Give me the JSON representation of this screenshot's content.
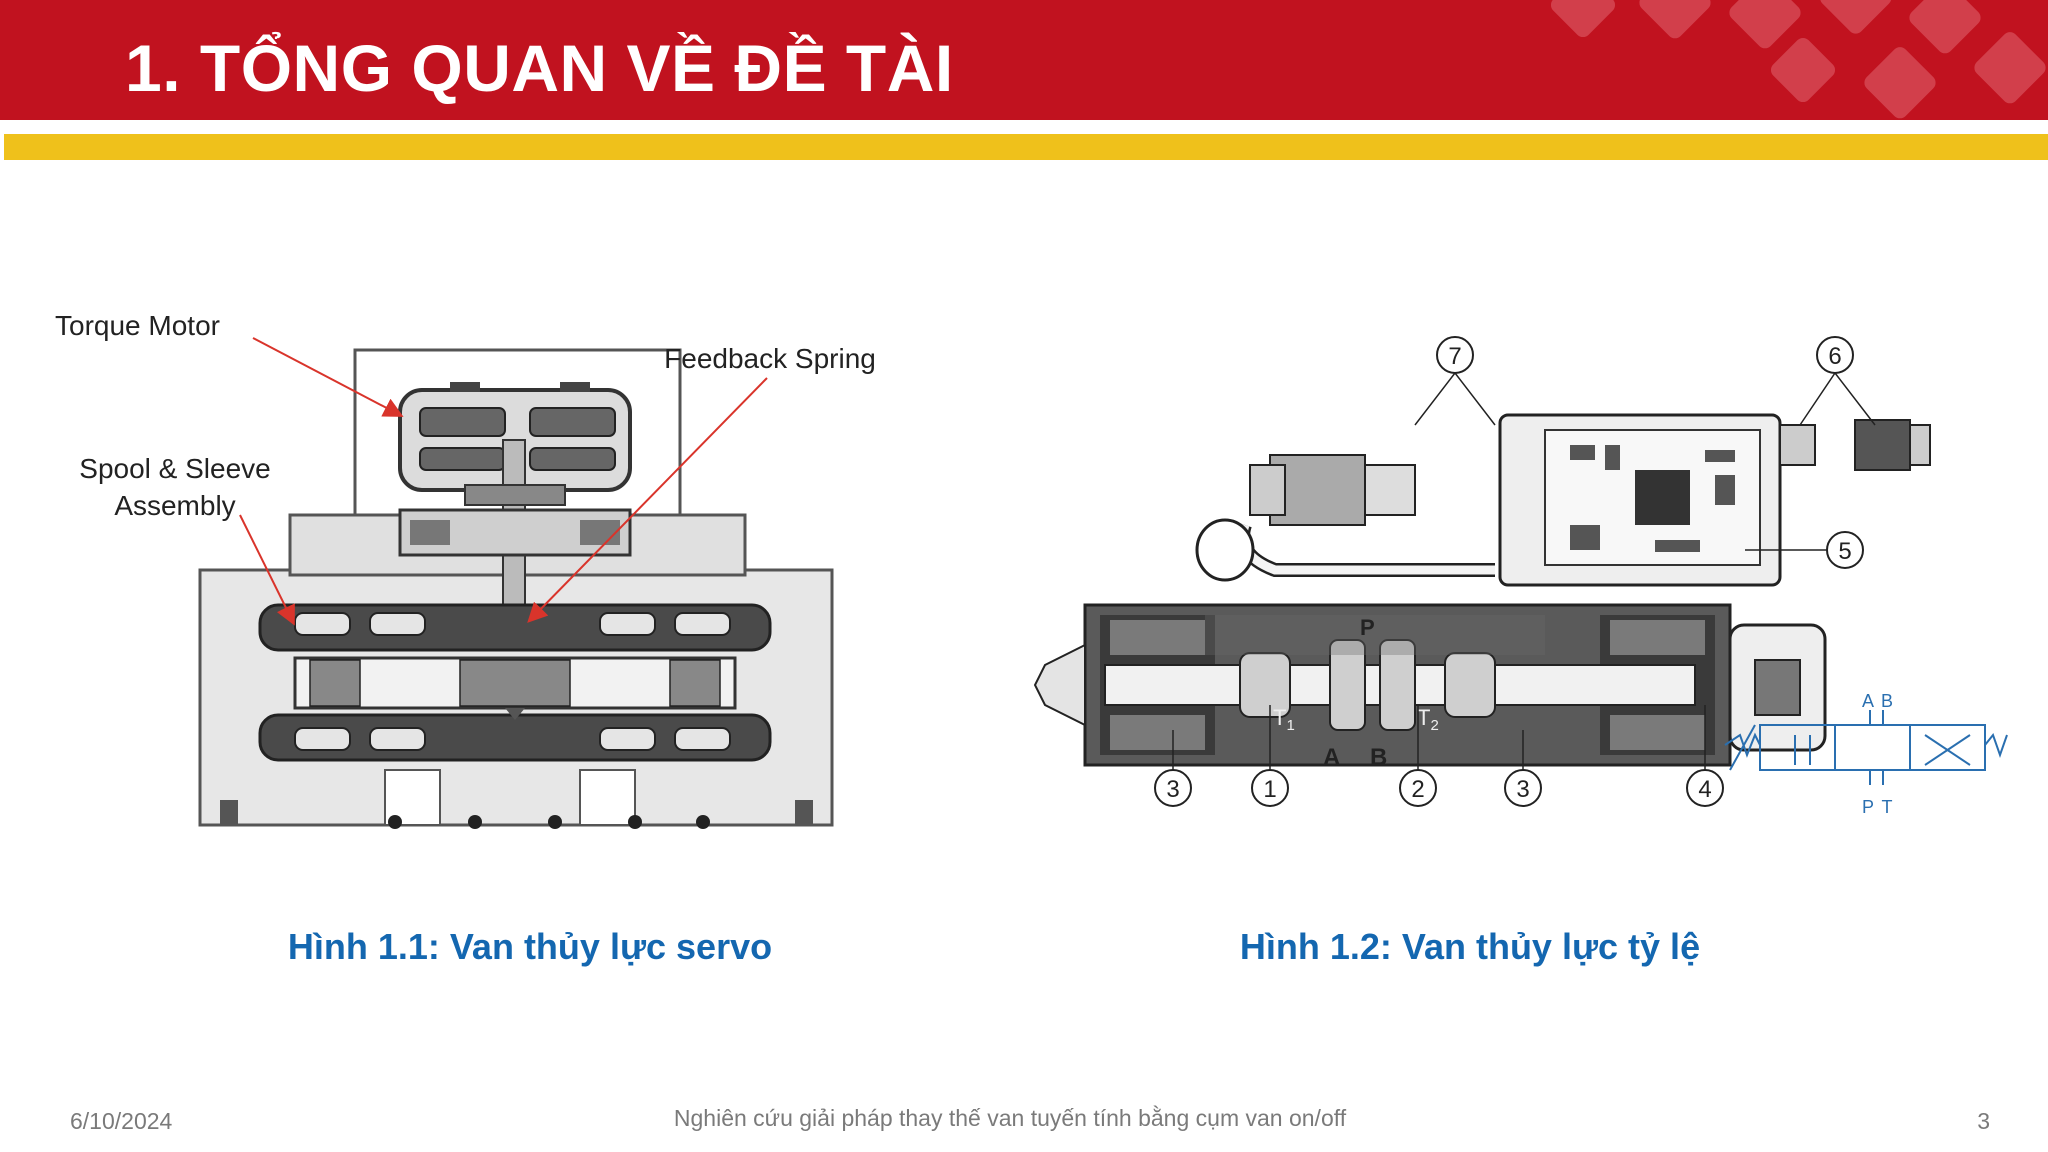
{
  "slide": {
    "title": "1. TỔNG QUAN VỀ ĐỀ TÀI",
    "colors": {
      "header": "#c1121f",
      "accent_bar": "#efc11b",
      "caption": "#1467b0"
    }
  },
  "figure1": {
    "labels": {
      "torque_motor": "Torque Motor",
      "feedback_spring": "Feedback Spring",
      "spool_line1": "Spool & Sleeve",
      "spool_line2": "Assembly"
    },
    "caption": "Hình 1.1: Van thủy lực servo"
  },
  "figure2": {
    "callouts": {
      "c1": "1",
      "c2": "2",
      "c3a": "3",
      "c3b": "3",
      "c4": "4",
      "c5": "5",
      "c6": "6",
      "c7": "7"
    },
    "ports": {
      "A": "A",
      "B": "B",
      "P": "P",
      "T1": "T",
      "T1_sub": "1",
      "T2": "T",
      "T2_sub": "2"
    },
    "symbol": {
      "A": "A",
      "B": "B",
      "P": "P",
      "T": "T"
    },
    "caption": "Hình 1.2: Van thủy lực tỷ lệ"
  },
  "footer": {
    "date": "6/10/2024",
    "subject": "Nghiên cứu giải pháp thay thế van tuyến tính bằng cụm van on/off",
    "page": "3"
  }
}
